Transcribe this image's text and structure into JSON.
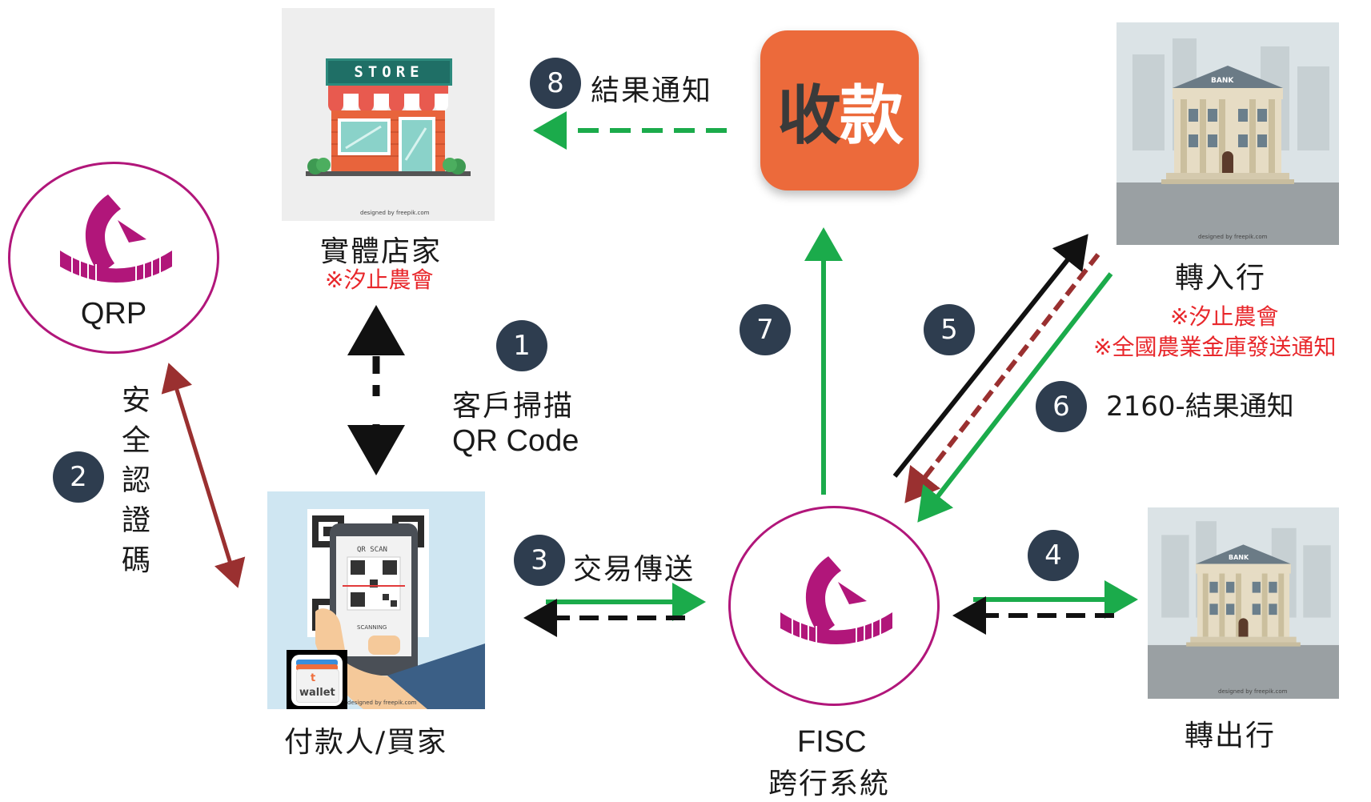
{
  "store": {
    "title": "實體店家",
    "note": "※汐止農會",
    "sign": "STORE",
    "credit": "designed by freepik.com"
  },
  "qrp": {
    "label": "QRP"
  },
  "security": {
    "label": "安全認證碼",
    "chars": [
      "安",
      "全",
      "認",
      "證",
      "碼"
    ]
  },
  "payer": {
    "title": "付款人/買家",
    "qr_scan": "QR SCAN",
    "scanning": "SCANNING",
    "wallet": "wallet",
    "credit": "designed by freepik.com"
  },
  "collect": {
    "label": "收款"
  },
  "fisc": {
    "title": "FISC",
    "subtitle": "跨行系統"
  },
  "bank_in": {
    "title": "轉入行",
    "notes": [
      "※汐止農會",
      "※全國農業金庫發送通知"
    ],
    "sign": "BANK",
    "credit": "designed by freepik.com"
  },
  "bank_out": {
    "title": "轉出行",
    "sign": "BANK",
    "credit": "designed by freepik.com"
  },
  "steps": [
    {
      "num": "1",
      "text": "客戶掃描",
      "text2": "QR Code"
    },
    {
      "num": "2"
    },
    {
      "num": "3",
      "text": "交易傳送"
    },
    {
      "num": "4"
    },
    {
      "num": "5"
    },
    {
      "num": "6",
      "text": "2160-結果通知"
    },
    {
      "num": "7"
    },
    {
      "num": "8",
      "text": "結果通知"
    }
  ],
  "colors": {
    "green": "#1bab4b",
    "dark_red": "#9a3030",
    "black": "#111111",
    "magenta": "#b1167a",
    "navy": "#2e3d4f",
    "orange": "#ec6a3b",
    "red_note": "#e8272b"
  }
}
